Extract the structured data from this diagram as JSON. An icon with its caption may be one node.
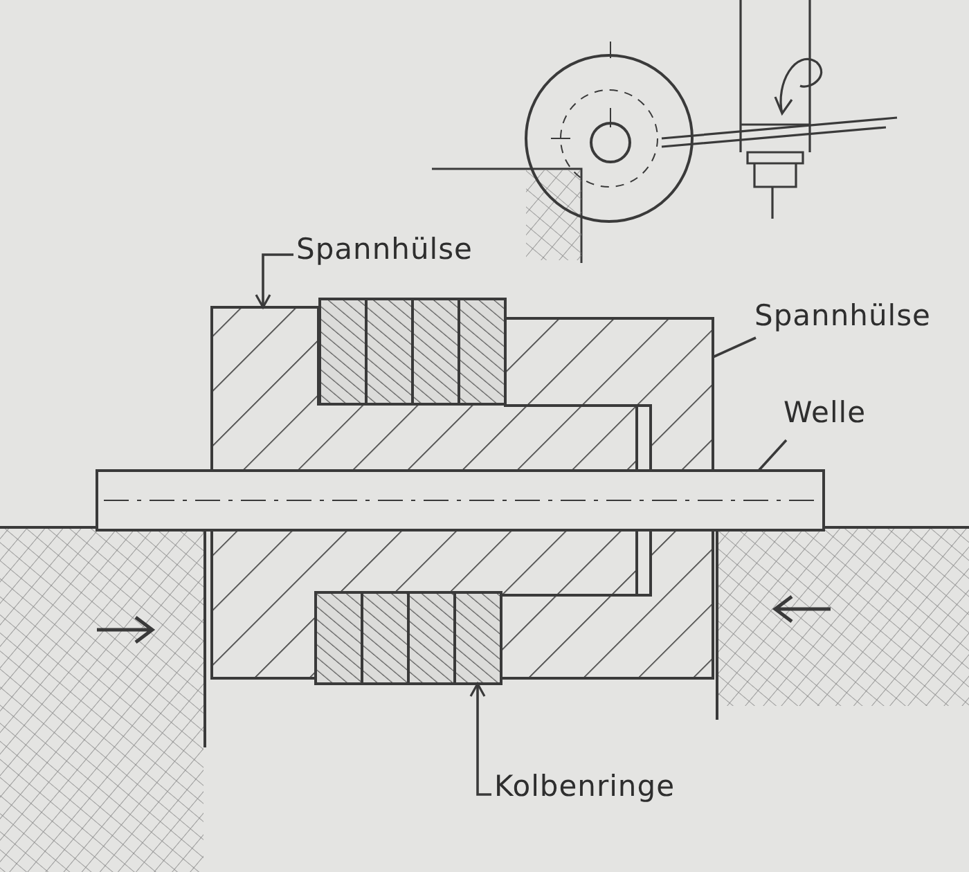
{
  "diagram": {
    "nodes": [
      {
        "text": [
          "Spannhülse"
        ]
      },
      {
        "text": [
          "Spannhülse"
        ]
      },
      {
        "text": [
          "Welle"
        ]
      },
      {
        "text": [
          "Kolbenringe"
        ]
      },
      {
        "text": [],
        "shape": "box"
      },
      {
        "text": [],
        "shape": "box"
      },
      {
        "text": [],
        "shape": "bar"
      },
      {
        "text": [],
        "shape": "box"
      }
    ],
    "edges": [
      {
        "from": 0,
        "to": 4,
        "arrow": "to"
      },
      {
        "from": 1,
        "to": 5,
        "arrow": "none"
      },
      {
        "from": 2,
        "to": 6,
        "arrow": "none"
      },
      {
        "from": 3,
        "to": 7,
        "arrow": "to"
      }
    ]
  }
}
